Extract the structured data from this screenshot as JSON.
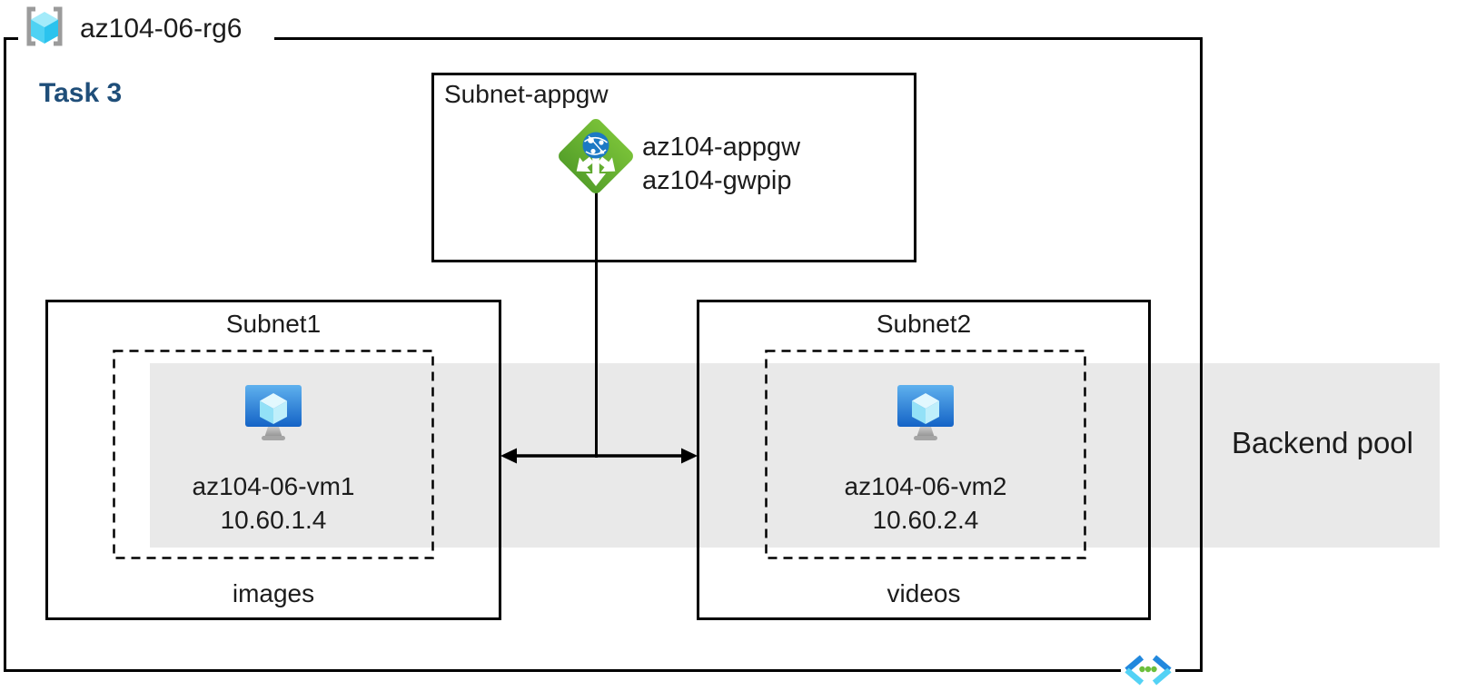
{
  "resource_group": {
    "name": "az104-06-rg6",
    "task": "Task 3"
  },
  "appgw_subnet": {
    "label": "Subnet-appgw",
    "gateway_name": "az104-appgw",
    "gateway_public_ip": "az104-gwpip"
  },
  "subnet1": {
    "label": "Subnet1",
    "vm_name": "az104-06-vm1",
    "vm_ip": "10.60.1.4",
    "storage_label": "images"
  },
  "subnet2": {
    "label": "Subnet2",
    "vm_name": "az104-06-vm2",
    "vm_ip": "10.60.2.4",
    "storage_label": "videos"
  },
  "backend_pool": {
    "label": "Backend pool"
  },
  "icons": {
    "resource_group": "resource-group-icon",
    "application_gateway": "application-gateway-icon",
    "virtual_machine": "virtual-machine-icon",
    "virtual_network": "virtual-network-icon"
  },
  "colors": {
    "line_black": "#000000",
    "task_text_blue": "#1f4e79",
    "backend_band_gray": "#e9e9e9",
    "appgw_green": "#6ab336",
    "globe_blue": "#1c79c4",
    "vm_screen_blue_top": "#5fb1ee",
    "vm_screen_blue_bottom": "#1463c6",
    "cube_cyan": "#4fd2f3",
    "bracket_gray": "#9b9b9b",
    "vnet_blue": "#2288dd",
    "vnet_cyan": "#53d2f5",
    "vnet_dot_green": "#6cbf3c"
  }
}
